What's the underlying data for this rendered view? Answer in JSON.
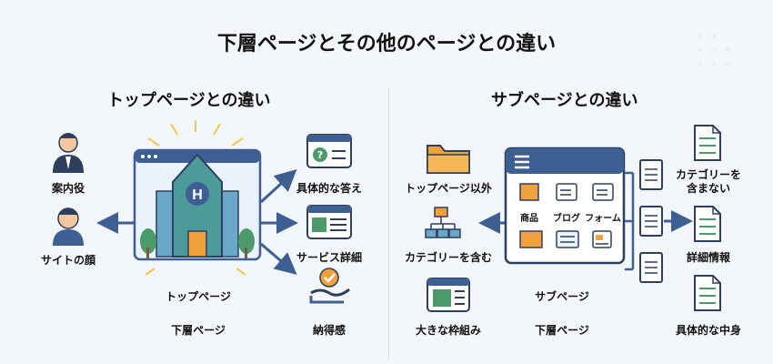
{
  "title": "下層ページとその他のページとの違い",
  "left": {
    "heading": "トップページとの違い",
    "persons": [
      "案内役",
      "サイトの顔"
    ],
    "center_labels": [
      "トップページ",
      "下層ページ"
    ],
    "right_items": [
      "具体的な答え",
      "サービス詳細",
      "納得感"
    ]
  },
  "right": {
    "heading": "サブページとの違い",
    "left_items": [
      "トップページ以外",
      "カテゴリーを含む",
      "大きな枠組み"
    ],
    "grid_items": [
      "商品",
      "ブログ",
      "フォーム"
    ],
    "center_labels": [
      "サブページ",
      "下層ページ"
    ],
    "right_items": [
      "カテゴリーを\n含まない",
      "詳細情報",
      "具体的な中身"
    ]
  },
  "colors": {
    "accent_blue": "#3d5f92",
    "accent_orange": "#f0a03c",
    "accent_green": "#4c9a6a"
  },
  "icons": [
    "person-icon",
    "hospital-building-icon",
    "speech-bubble-icon",
    "web-page-icon",
    "handshake-check-icon",
    "folder-icon",
    "sitemap-icon",
    "layout-icon",
    "browser-window-icon",
    "document-icon"
  ]
}
